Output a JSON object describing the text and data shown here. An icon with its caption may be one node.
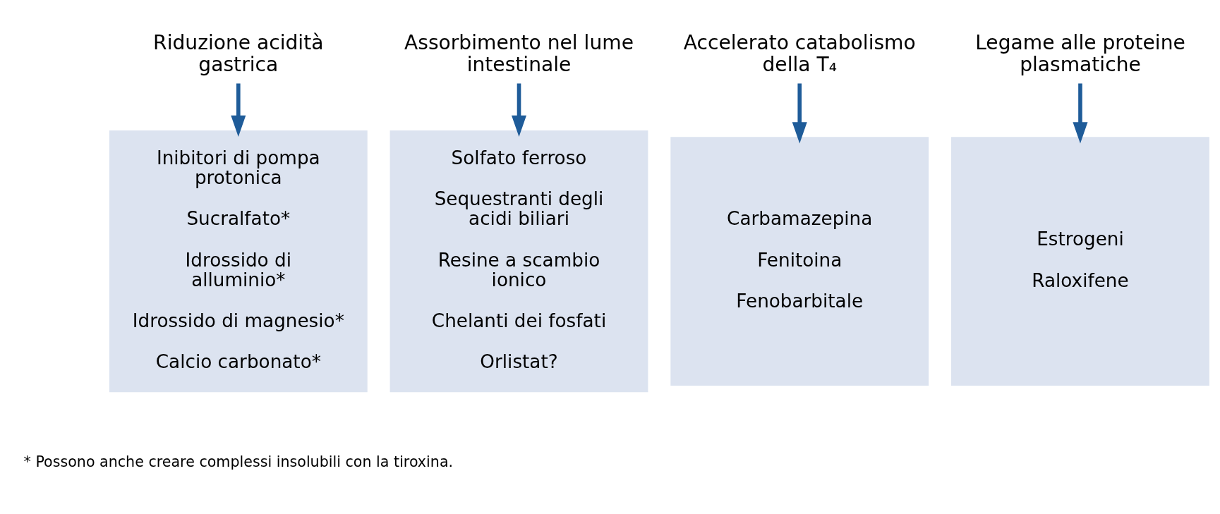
{
  "diagram": {
    "nodes": [
      {
        "text": [
          "Riduzione acidità gastrica"
        ]
      },
      {
        "text": [
          "Assorbimento nel lume intestinale"
        ]
      },
      {
        "text": [
          "Accelerato catabolismo della T₄"
        ]
      },
      {
        "text": [
          "Legame alle proteine plasmatiche"
        ]
      },
      {
        "text": [
          "Inibitori di pompa protonica",
          "Sucralfato*",
          "Idrossido di alluminio*",
          "Idrossido di magnesio*",
          "Calcio carbonato*"
        ]
      },
      {
        "text": [
          "Solfato ferroso",
          "Sequestranti degli acidi biliari",
          "Resine a scambio ionico",
          "Chelanti dei fosfati",
          "Orlistat?"
        ]
      },
      {
        "text": [
          "Carbamazepina",
          "Fenitoina",
          "Fenobarbitale"
        ]
      },
      {
        "text": [
          "Estrogeni",
          "Raloxifene"
        ]
      }
    ],
    "edges": [
      {
        "from": 0,
        "to": 4,
        "arrow": "to"
      },
      {
        "from": 1,
        "to": 5,
        "arrow": "to"
      },
      {
        "from": 2,
        "to": 6,
        "arrow": "to"
      },
      {
        "from": 3,
        "to": 7,
        "arrow": "to"
      }
    ],
    "labels": [
      "* Possono anche creare complessi insolubili con la tiroxina."
    ]
  }
}
